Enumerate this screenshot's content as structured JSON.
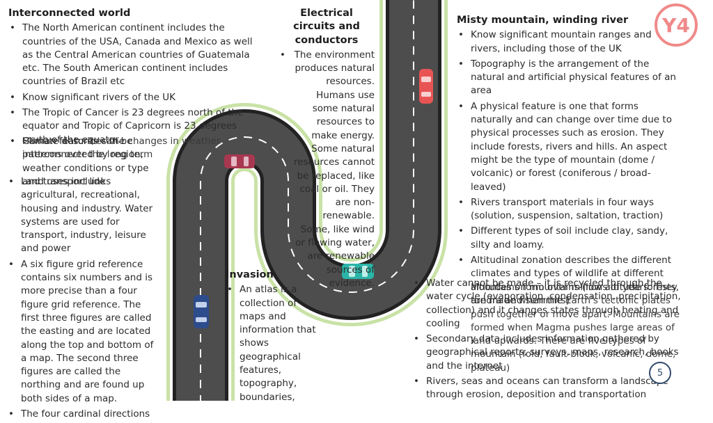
{
  "badge": "Y4",
  "page_number": "5",
  "interconnected": {
    "title": "Interconnected world",
    "items": [
      "The North American continent includes the countries of the USA, Canada and Mexico as well as the Central American countries of Guatemala etc. The South American continent includes countries of Brazil etc",
      "Know significant rivers of the UK",
      "The Tropic of Cancer is 23 degrees north of the equator and Tropic of Capricorn is 23 degrees south of the equator."
    ],
    "overlap_a": "Climate describes the changes in weather patterns over the long term",
    "overlap_b": "Human features can be interconnected by region, weather conditions or type and transport links"
  },
  "land": {
    "items": [
      "Land uses include agricultural, recreational, housing and industry. Water systems are used for transport, industry, leisure and power",
      "A six figure grid reference contains six numbers and is more precise than a four figure grid reference. The first three figures are called the easting and are located along the top and bottom of a map. The second three figures are called the northing and are found up both sides of a map.",
      "The four cardinal directions"
    ]
  },
  "electrical": {
    "title": "Electrical circuits and conductors",
    "items": [
      "The environment produces natural resources. Humans use some natural resources to make energy. Some natural resources cannot be replaced, like coal or oil. They are non-renewable. Some, like wind or flowing water, are renewable sources of evidence."
    ]
  },
  "invasion": {
    "title": "Invasion",
    "items": [
      "An atlas is a collection of maps and information that shows geographical features, topography, boundaries,"
    ]
  },
  "misty": {
    "title": "Misty mountain, winding river",
    "items": [
      "Know significant mountain ranges and rivers, including those of the UK",
      "Topography is the arrangement of the natural and artificial physical features of an area",
      "A physical feature is one that forms naturally and can change over time due to physical processes such as erosion. They include forests, rivers and hills. An aspect might be the type of mountain (dome / volcanic) or forest (coniferous / broad-leaved)",
      "Rivers transport materials in four ways (solution, suspension, saltation, traction)",
      "Different types of soil include clay, sandy, silty and loamy.",
      "Altitudinal zonation describes the different climates and types of wildlife at different altitudes on mountains (low altitude forests, tundra and summits)"
    ],
    "overlap": "Mountains form over millions of years. They are made when the Earth's tectonic plates push together or move apart. Mountains are formed when Magma pushes large areas of land upwards. There are five types of mountain (fold, fault-block, volcanic, dome, plateau)"
  },
  "water": {
    "items": [
      "Water cannot be made – it is recycled through the water cycle (evaporation, condensation, precipitation, collection) and it changes states through heating and cooling",
      "Secondary data includes information gathered by geographical reports, surveys, maps, research, books and the internet",
      "Rivers, seas and oceans can transform a landscape through erosion, deposition and transportation"
    ]
  },
  "colors": {
    "road": "#4d4d4d",
    "road_edge": "#222222",
    "verge": "#c9e2a6",
    "car_red": "#e85454",
    "car_maroon": "#a83850",
    "car_teal": "#2bb5a8",
    "car_blue": "#2d4c8c"
  }
}
